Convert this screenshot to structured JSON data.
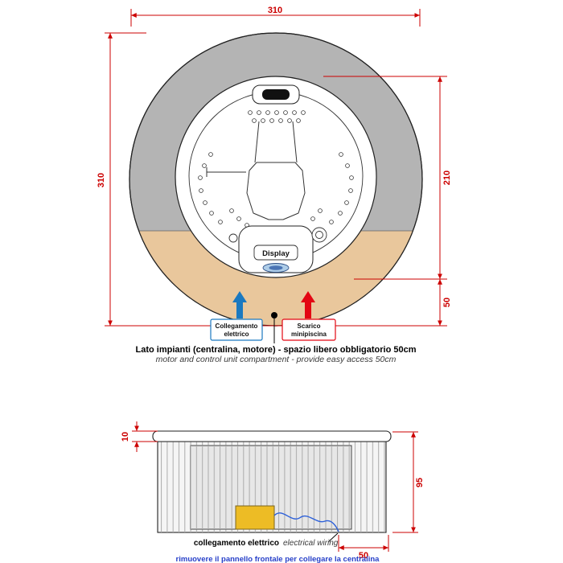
{
  "colors": {
    "dimension_red": "#cc0000",
    "ring_gray": "#b4b4b4",
    "clearance_tan": "#e9c79c",
    "arrow_blue": "#1b79c0",
    "arrow_red": "#e30613",
    "control_box_yellow": "#edbc25",
    "wire_blue": "#2b5fd9",
    "note_blue": "#2740c9",
    "display_screen_blue": "#aecde8"
  },
  "top_view": {
    "dim_overall_width": "310",
    "dim_overall_height": "310",
    "dim_tub_depth": "210",
    "dim_clearance": "50",
    "display_label": "Display",
    "electric_connection_line1": "Collegamento",
    "electric_connection_line2": "elettrico",
    "drain_line1": "Scarico",
    "drain_line2": "minipiscina",
    "caption_it": "Lato impianti (centralina, motore) - spazio libero obbligatorio 50cm",
    "caption_en": "motor and control unit compartment - provide easy access 50cm"
  },
  "side_view": {
    "dim_lip_height": "10",
    "dim_body_height": "95",
    "dim_wiring_offset": "50",
    "wiring_label_it": "collegamento elettrico",
    "wiring_label_en": "electrical wiring",
    "note": "rimuovere il pannello frontale per collegare la centralina"
  }
}
